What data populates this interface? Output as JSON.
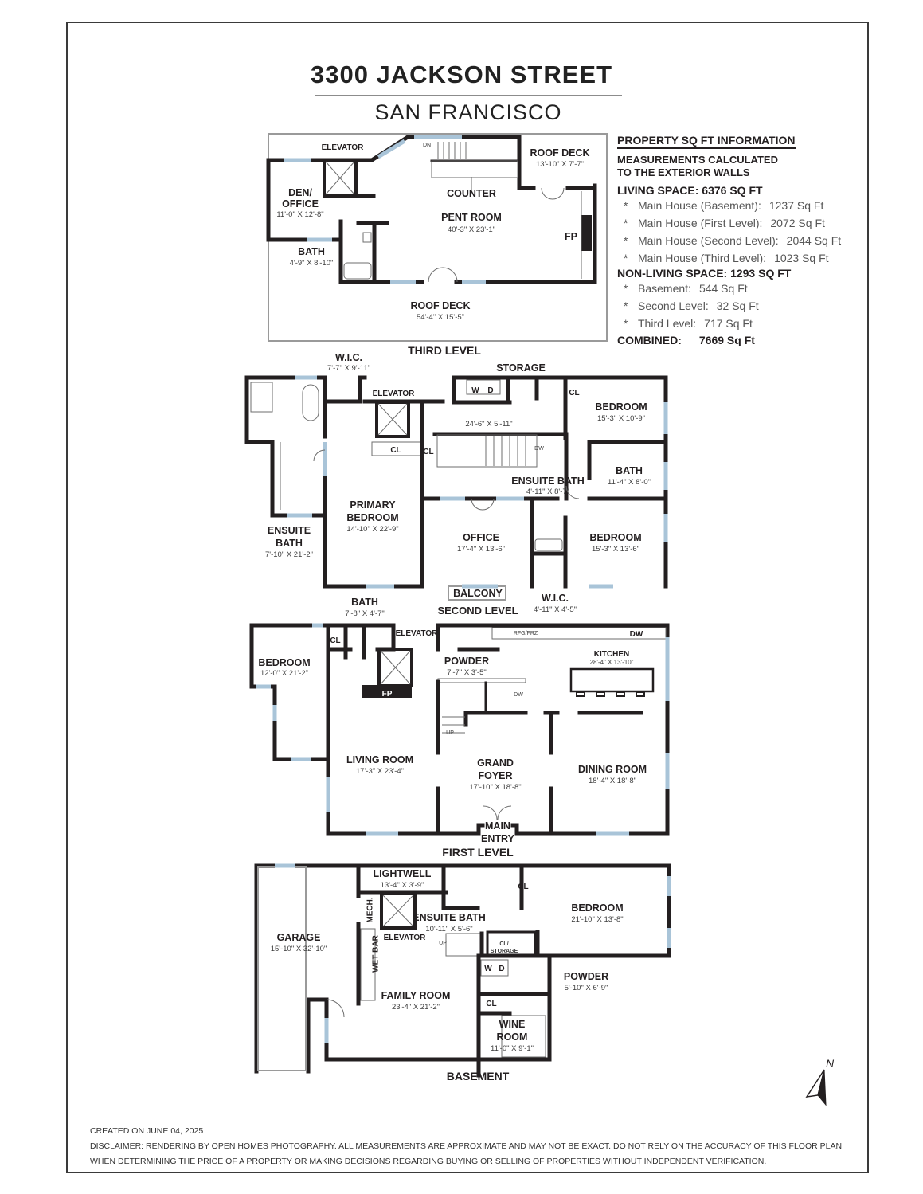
{
  "header": {
    "title": "3300 JACKSON STREET",
    "subtitle": "SAN FRANCISCO"
  },
  "info": {
    "heading": "PROPERTY SQ FT INFORMATION",
    "note_line1": "MEASUREMENTS CALCULATED",
    "note_line2": "TO THE EXTERIOR WALLS",
    "living_heading": "LIVING SPACE: 6376 SQ FT",
    "living_items": [
      {
        "label": "Main House (Basement):",
        "value": "1237 Sq Ft"
      },
      {
        "label": "Main House (First Level):",
        "value": "2072 Sq Ft"
      },
      {
        "label": "Main House (Second Level):",
        "value": "2044 Sq Ft"
      },
      {
        "label": "Main House (Third Level):",
        "value": "1023 Sq Ft"
      }
    ],
    "nonliving_heading": "NON-LIVING SPACE: 1293 SQ FT",
    "nonliving_items": [
      {
        "label": "Basement:",
        "value": "544 Sq Ft"
      },
      {
        "label": "Second Level:",
        "value": "32 Sq Ft"
      },
      {
        "label": "Third Level:",
        "value": "717 Sq Ft"
      }
    ],
    "combined_label": "COMBINED:",
    "combined_value": "7669  Sq Ft",
    "bullet": "*"
  },
  "third_level": {
    "level_label": "THIRD LEVEL",
    "rooms": {
      "elevator": {
        "name": "ELEVATOR"
      },
      "den": {
        "name_line1": "DEN/",
        "name_line2": "OFFICE",
        "dims": "11'-0\" X 12'-8\""
      },
      "bath": {
        "name": "BATH",
        "dims": "4'-9\" X 8'-10\""
      },
      "counter": {
        "name": "COUNTER"
      },
      "pent_room": {
        "name": "PENT ROOM",
        "dims": "40'-3\" X 23'-1\""
      },
      "roof_deck_small": {
        "name": "ROOF DECK",
        "dims": "13'-10\" X 7'-7\""
      },
      "fp": {
        "name": "FP"
      },
      "roof_deck_large": {
        "name": "ROOF DECK",
        "dims": "54'-4\" X 15'-5\""
      },
      "stair_dn": {
        "name": "DN"
      }
    }
  },
  "second_level": {
    "level_label": "SECOND LEVEL",
    "rooms": {
      "wic_top": {
        "name": "W.I.C.",
        "dims": "7'-7\" X 9'-11\""
      },
      "elevator": {
        "name": "ELEVATOR"
      },
      "storage": {
        "name": "STORAGE"
      },
      "laundry_w": {
        "name": "W"
      },
      "laundry_d": {
        "name": "D"
      },
      "hall": {
        "dims": "24'-6\" X 5'-11\""
      },
      "bedroom_ne": {
        "name": "BEDROOM",
        "dims": "15'-3\" X 10'-9\""
      },
      "cl_1": {
        "name": "CL"
      },
      "cl_2": {
        "name": "CL"
      },
      "cl_3": {
        "name": "CL"
      },
      "bath_e": {
        "name": "BATH",
        "dims": "11'-4\" X 8'-0\""
      },
      "ensuite_bath_mid": {
        "name": "ENSUITE BATH",
        "dims": "4'-11\" X 8'-7\""
      },
      "primary_bedroom": {
        "name_line1": "PRIMARY",
        "name_line2": "BEDROOM",
        "dims": "14'-10\" X 22'-9\""
      },
      "ensuite_bath_w": {
        "name_line1": "ENSUITE",
        "name_line2": "BATH",
        "dims": "7'-10\" X 21'-2\""
      },
      "office": {
        "name": "OFFICE",
        "dims": "17'-4\" X 13'-6\""
      },
      "bedroom_se": {
        "name": "BEDROOM",
        "dims": "15'-3\" X 13'-6\""
      },
      "balcony": {
        "name": "BALCONY"
      },
      "wic_bottom": {
        "name": "W.I.C.",
        "dims": "4'-11\" X 4'-5\""
      },
      "stair_dw": {
        "name": "DW"
      }
    }
  },
  "first_level": {
    "level_label": "FIRST LEVEL",
    "rooms": {
      "bath": {
        "name": "BATH",
        "dims": "7'-8\" X 4'-7\""
      },
      "cl": {
        "name": "CL"
      },
      "elevator": {
        "name": "ELEVATOR"
      },
      "bedroom": {
        "name": "BEDROOM",
        "dims": "12'-0\" X 21'-2\""
      },
      "powder": {
        "name": "POWDER",
        "dims": "7'-7\" X 3'-5\""
      },
      "kitchen": {
        "name": "KITCHEN",
        "dims": "28'-4\" X 13'-10\""
      },
      "fridge": {
        "name": "RFG/FRZ"
      },
      "dishwasher": {
        "name": "DW"
      },
      "fp": {
        "name": "FP"
      },
      "living_room": {
        "name": "LIVING ROOM",
        "dims": "17'-3\" X 23'-4\""
      },
      "grand_foyer": {
        "name_line1": "GRAND",
        "name_line2": "FOYER",
        "dims": "17'-10\" X 18'-8\""
      },
      "dining_room": {
        "name": "DINING ROOM",
        "dims": "18'-4\" X 18'-8\""
      },
      "main_entry": {
        "name_line1": "MAIN",
        "name_line2": "ENTRY"
      },
      "stair_dw": {
        "name": "DW"
      },
      "stair_up": {
        "name": "UP"
      }
    }
  },
  "basement": {
    "level_label": "BASEMENT",
    "rooms": {
      "garage": {
        "name": "GARAGE",
        "dims": "15'-10\" X 32'-10\""
      },
      "lightwell": {
        "name": "LIGHTWELL",
        "dims": "13'-4\" X 3'-9\""
      },
      "mech": {
        "name": "MECH."
      },
      "elevator": {
        "name": "ELEVATOR"
      },
      "wet_bar": {
        "name": "WET BAR"
      },
      "ensuite_bath": {
        "name": "ENSUITE BATH",
        "dims": "10'-11\" X 5'-6\""
      },
      "cl_storage_1": {
        "name": "CL/"
      },
      "cl_storage_2": {
        "name": "STORAGE"
      },
      "bedroom": {
        "name": "BEDROOM",
        "dims": "21'-10\" X 13'-8\""
      },
      "cl_top": {
        "name": "CL"
      },
      "laundry_w": {
        "name": "W"
      },
      "laundry_d": {
        "name": "D"
      },
      "powder": {
        "name": "POWDER",
        "dims": "5'-10\" X 6'-9\""
      },
      "family_room": {
        "name": "FAMILY ROOM",
        "dims": "23'-4\" X 21'-2\""
      },
      "cl_bottom": {
        "name": "CL"
      },
      "wine_room": {
        "name_line1": "WINE",
        "name_line2": "ROOM",
        "dims": "11'-0\" X 9'-1\""
      },
      "stair_up": {
        "name": "UP"
      }
    }
  },
  "compass": {
    "label": "N"
  },
  "footer": {
    "created": "CREATED ON JUNE 04, 2025",
    "disclaimer_line1": "DISCLAIMER: RENDERING BY OPEN HOMES PHOTOGRAPHY. ALL MEASUREMENTS ARE APPROXIMATE AND MAY NOT BE EXACT. DO NOT RELY ON THE ACCURACY OF THIS FLOOR PLAN",
    "disclaimer_line2": "WHEN DETERMINING THE PRICE OF A PROPERTY OR MAKING DECISIONS REGARDING BUYING OR SELLING OF PROPERTIES WITHOUT INDEPENDENT VERIFICATION."
  },
  "colors": {
    "wall": "#231f20",
    "window": "#a9c4d8",
    "frame": "#3a3a3a",
    "secondary_text": "#555555"
  }
}
